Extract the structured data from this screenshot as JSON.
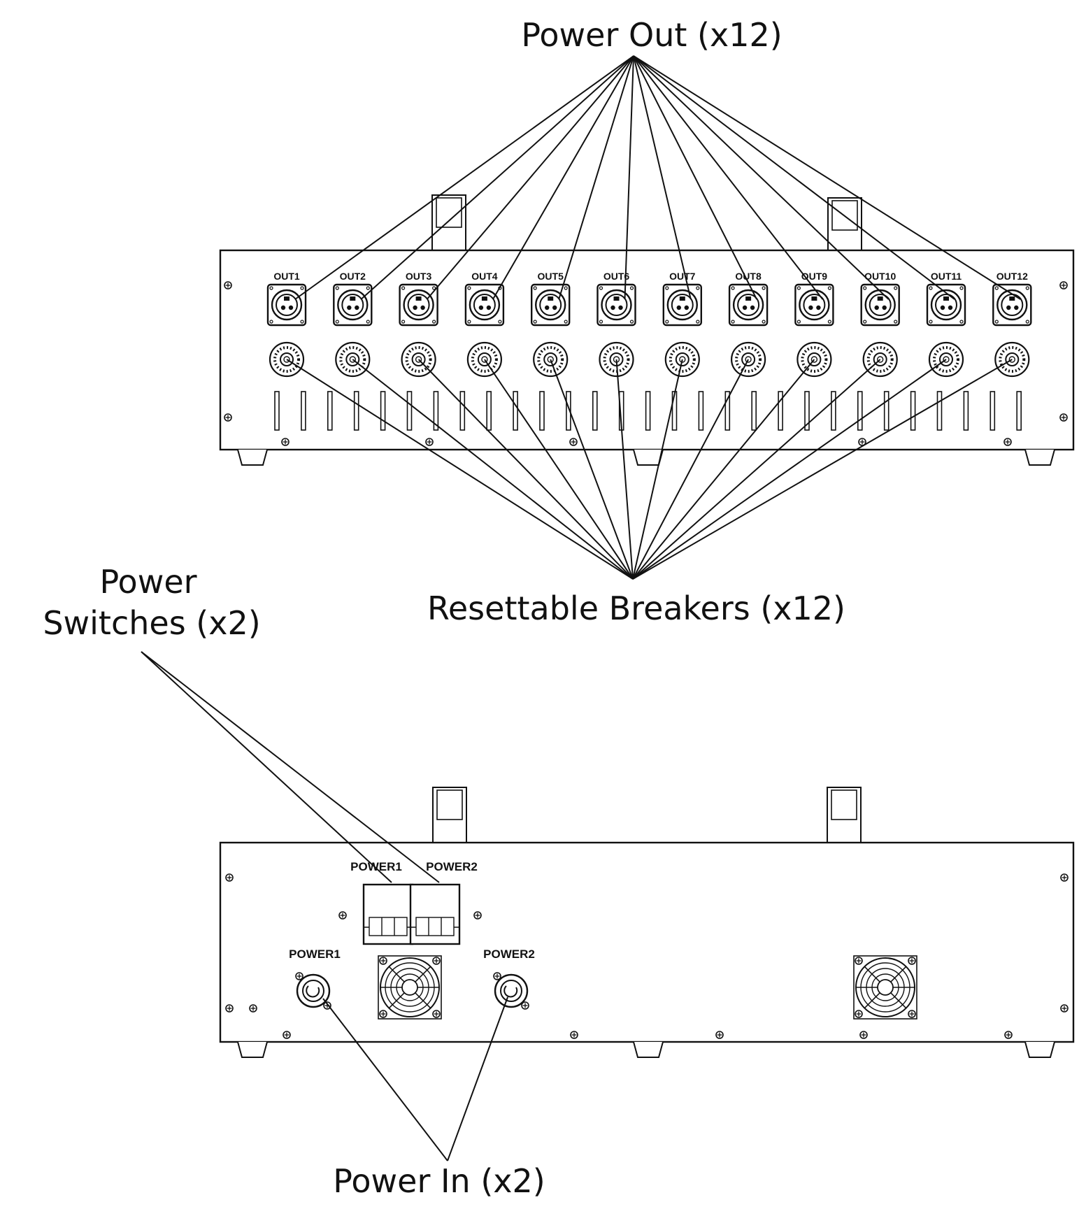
{
  "callouts": {
    "power_out": "Power Out (x12)",
    "breakers": "Resettable Breakers (x12)",
    "switches_line1": "Power",
    "switches_line2": "Switches (x2)",
    "power_in": "Power In (x2)"
  },
  "front_panel": {
    "outputs": [
      "OUT1",
      "OUT2",
      "OUT3",
      "OUT4",
      "OUT5",
      "OUT6",
      "OUT7",
      "OUT8",
      "OUT9",
      "OUT10",
      "OUT11",
      "OUT12"
    ]
  },
  "rear_panel": {
    "switch_labels": [
      "POWER1",
      "POWER2"
    ],
    "inlet_labels": [
      "POWER1",
      "POWER2"
    ]
  },
  "colors": {
    "ink": "#111111",
    "paper": "#ffffff"
  },
  "icons": [
    "screw-icon",
    "connector-icon",
    "breaker-icon",
    "vent-slot-icon",
    "fan-icon",
    "rocker-switch-icon",
    "handle-icon",
    "foot-icon"
  ]
}
